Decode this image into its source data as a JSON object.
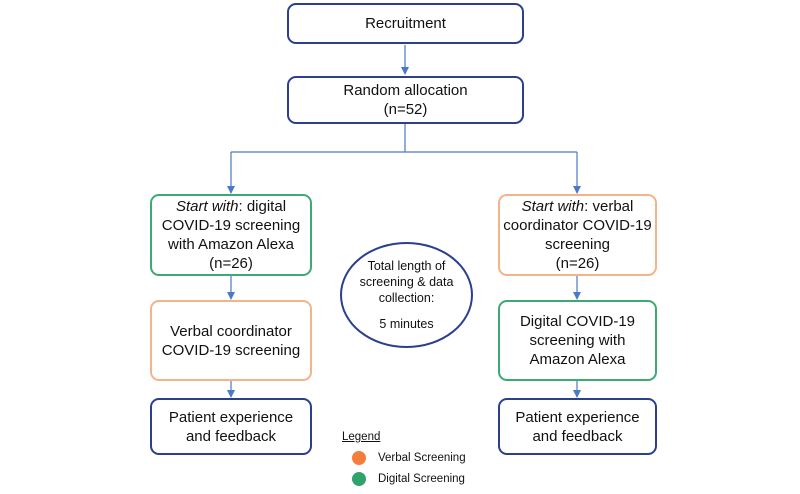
{
  "colors": {
    "blue_border": "#2b3f8c",
    "green_border": "#3daa73",
    "orange_border": "#f2b488",
    "arrow": "#4a79c7",
    "verbal_swatch": "#f47c3c",
    "digital_swatch": "#2fa36b"
  },
  "nodes": {
    "recruitment": {
      "label": "Recruitment"
    },
    "allocation": {
      "line1": "Random allocation",
      "line2": "(n=52)"
    },
    "left_start": {
      "italic": "Start with",
      "after_italic": ": digital",
      "line2": "COVID-19 screening",
      "line3": "with Amazon Alexa",
      "line4": "(n=26)"
    },
    "right_start": {
      "italic": "Start with",
      "after_italic": ": verbal",
      "line2": "coordinator COVID-19",
      "line3": "screening",
      "line4": "(n=26)"
    },
    "left_second": {
      "line1": "Verbal coordinator",
      "line2": "COVID-19 screening"
    },
    "right_second": {
      "line1": "Digital COVID-19",
      "line2": "screening with",
      "line3": "Amazon Alexa"
    },
    "left_feedback": {
      "line1": "Patient experience",
      "line2": "and feedback"
    },
    "right_feedback": {
      "line1": "Patient experience",
      "line2": "and feedback"
    },
    "duration": {
      "line1": "Total length of",
      "line2": "screening & data",
      "line3": "collection:",
      "line4": "5 minutes"
    }
  },
  "legend": {
    "title": "Legend",
    "items": [
      {
        "label": "Verbal Screening",
        "color": "#f47c3c"
      },
      {
        "label": "Digital Screening",
        "color": "#2fa36b"
      }
    ]
  }
}
